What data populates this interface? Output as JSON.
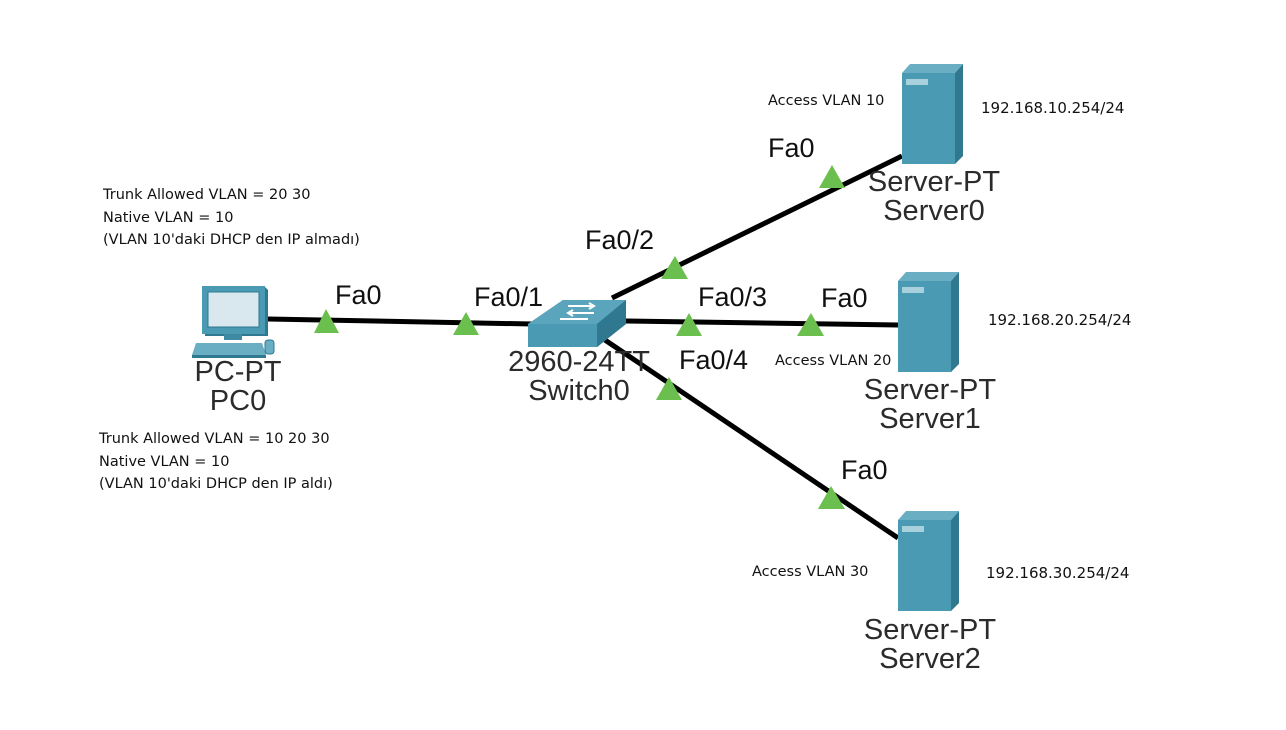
{
  "devices": {
    "pc0": {
      "type": "PC-PT",
      "name": "PC0"
    },
    "switch0": {
      "type": "2960-24TT",
      "name": "Switch0"
    },
    "server0": {
      "type": "Server-PT",
      "name": "Server0",
      "ip": "192.168.10.254/24",
      "access_vlan": "Access VLAN 10"
    },
    "server1": {
      "type": "Server-PT",
      "name": "Server1",
      "ip": "192.168.20.254/24",
      "access_vlan": "Access VLAN 20"
    },
    "server2": {
      "type": "Server-PT",
      "name": "Server2",
      "ip": "192.168.30.254/24",
      "access_vlan": "Access VLAN 30"
    }
  },
  "ports": {
    "pc0_fa0": "Fa0",
    "sw_fa0_1": "Fa0/1",
    "sw_fa0_2": "Fa0/2",
    "sw_fa0_3": "Fa0/3",
    "sw_fa0_4": "Fa0/4",
    "server0_fa0": "Fa0",
    "server1_fa0": "Fa0",
    "server2_fa0": "Fa0"
  },
  "notes": {
    "top": [
      "Trunk Allowed VLAN = 20 30",
      "Native VLAN = 10",
      "(VLAN 10'daki DHCP den IP almadı)"
    ],
    "bottom": [
      "Trunk Allowed VLAN = 10 20 30",
      "Native VLAN = 10",
      "(VLAN 10'daki DHCP den IP aldı)"
    ]
  },
  "colors": {
    "link": "#000000",
    "link_up_indicator": "#6bbf4e",
    "server_body": "#4a9ab3",
    "server_side": "#2f7890",
    "device_label": "#2b2b2b"
  }
}
